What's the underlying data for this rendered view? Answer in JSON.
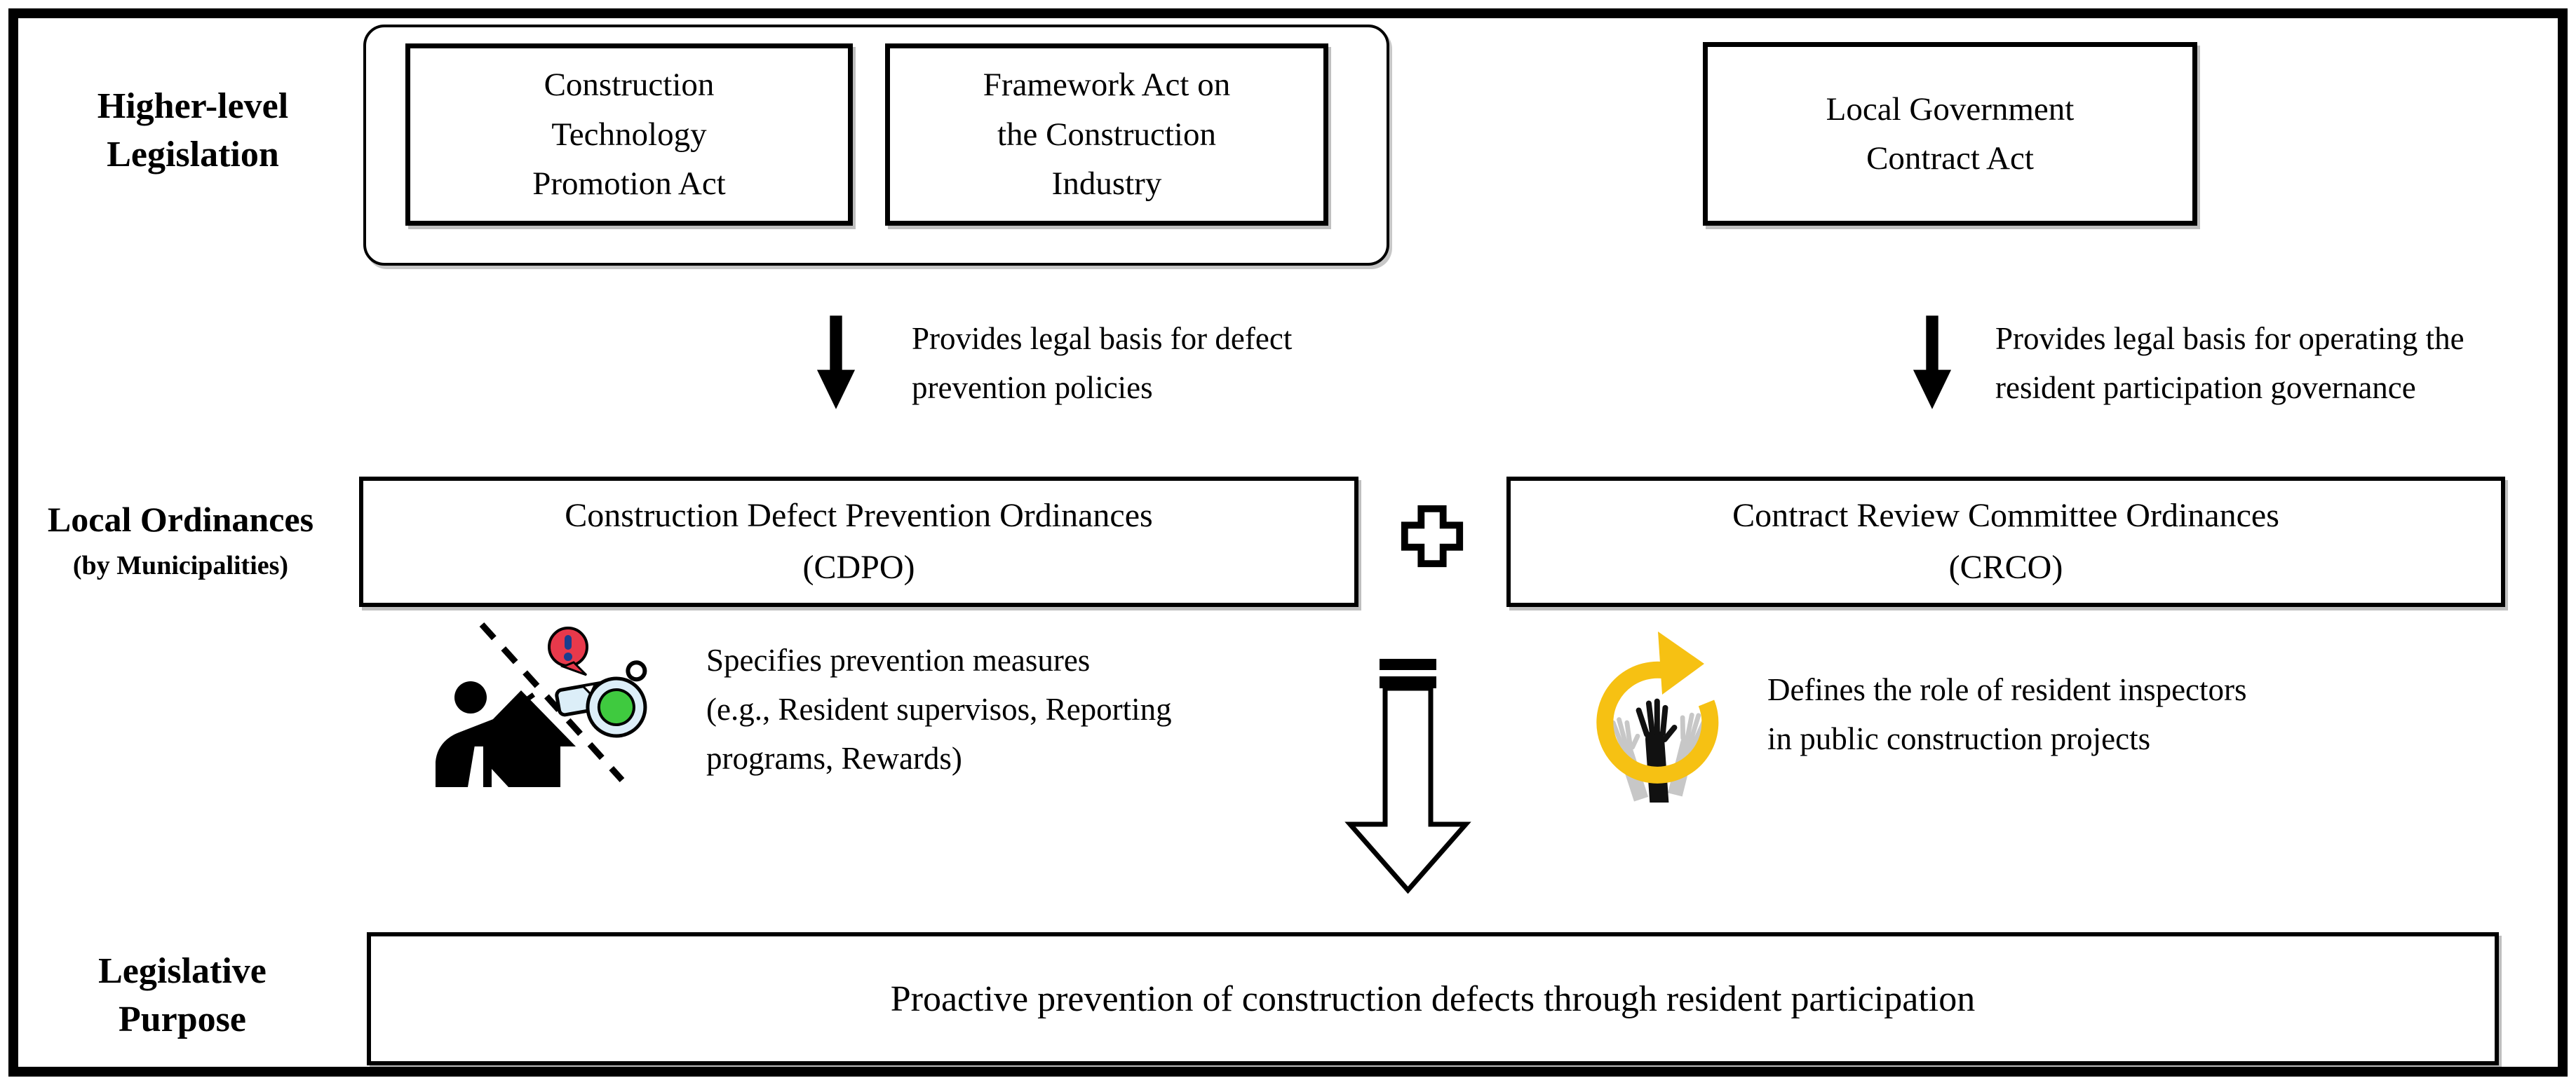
{
  "colors": {
    "bubble_red": "#E8394B",
    "exclaim_blue": "#1A3E8F",
    "whistle_blue": "#DCEEF8",
    "whistle_green": "#3FCA3F",
    "ring_yellow": "#F6C113"
  },
  "labels": {
    "higher_level": "Higher-level\nLegislation",
    "local_ordinances_1": "Local Ordinances",
    "local_ordinances_2": "(by Municipalities)",
    "legislative_purpose": "Legislative\nPurpose"
  },
  "acts": {
    "construction_technology": "Construction\nTechnology\nPromotion Act",
    "framework_act": "Framework Act on\nthe Construction\nIndustry",
    "local_government": "Local Government\nContract Act"
  },
  "arrow_notes": {
    "left": "Provides legal basis for defect\nprevention policies",
    "right": "Provides legal basis for operating the\nresident participation governance"
  },
  "ordinances": {
    "cdpo": "Construction Defect Prevention Ordinances\n(CDPO)",
    "crco": "Contract Review Committee Ordinances\n(CRCO)"
  },
  "ordinance_notes": {
    "cdpo": "Specifies prevention measures\n(e.g., Resident supervisos, Reporting\nprograms, Rewards)",
    "crco": "Defines the role of resident inspectors\nin public construction projects"
  },
  "purpose": {
    "statement": "Proactive prevention of construction defects through resident participation"
  }
}
